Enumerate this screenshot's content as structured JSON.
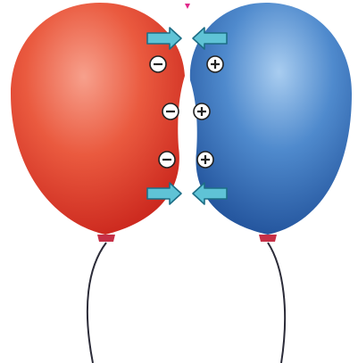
{
  "colors": {
    "background": "#ffffff",
    "red_balloon": "#e2362a",
    "red_balloon_highlight": "#f7a08c",
    "blue_balloon": "#2f6db8",
    "blue_balloon_highlight": "#a9cdf0",
    "arrow_fill": "#5fc3d6",
    "arrow_stroke": "#1d6e86",
    "string": "#2b2b38",
    "top_mark": "#e0288a",
    "charge_circle": "#ffffff",
    "charge_stroke": "#222222"
  },
  "balloons": [
    {
      "name": "left-balloon",
      "color": "red",
      "charge": "negative"
    },
    {
      "name": "right-balloon",
      "color": "blue",
      "charge": "positive"
    }
  ],
  "charges": {
    "left_balloon": [
      "negative",
      "negative",
      "negative"
    ],
    "right_balloon": [
      "positive",
      "positive",
      "positive"
    ]
  },
  "arrows": {
    "meaning": "attraction",
    "top_row": [
      "right",
      "left"
    ],
    "bottom_row": [
      "right",
      "left"
    ]
  },
  "icons": {
    "negative": "minus-in-circle-icon",
    "positive": "plus-in-circle-icon",
    "arrow_right": "arrow-right-icon",
    "arrow_left": "arrow-left-icon"
  }
}
